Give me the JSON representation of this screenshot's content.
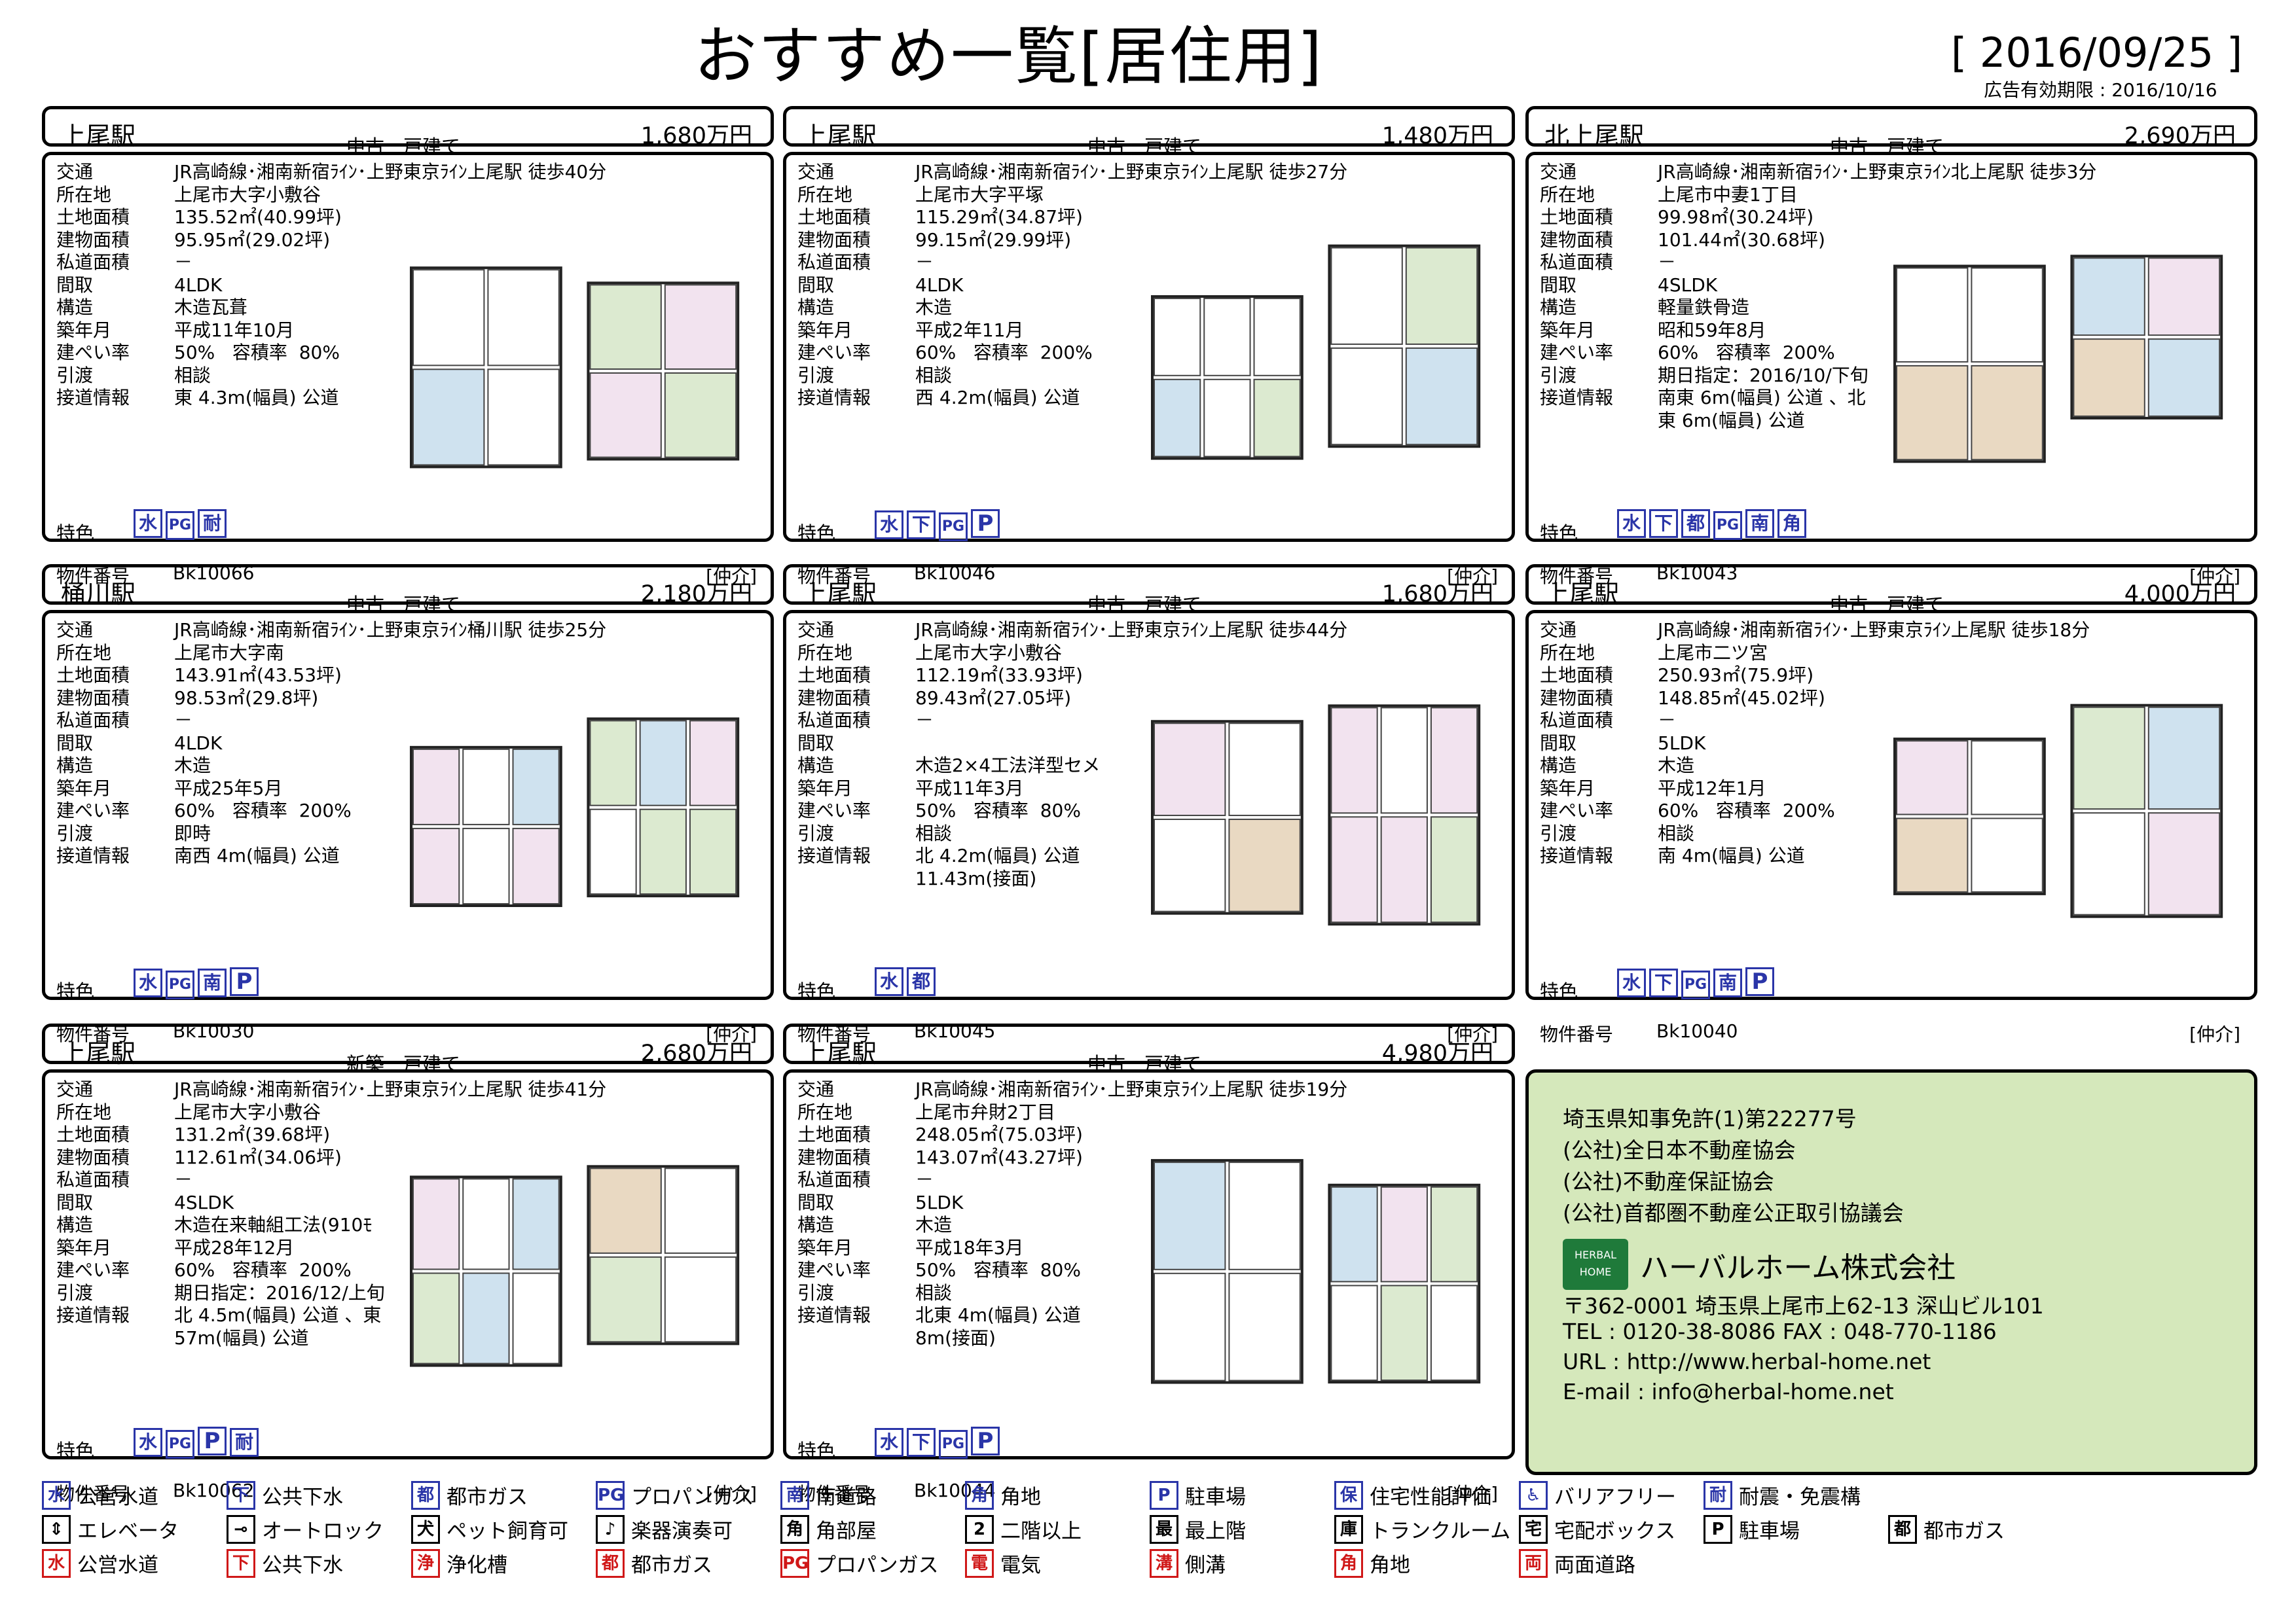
{
  "header": {
    "title": "おすすめ一覧[居住用]",
    "date": "[ 2016/09/25 ]",
    "valid_until": "広告有効期限 : 2016/10/16"
  },
  "labels": {
    "access": "交通",
    "address": "所在地",
    "land_area": "土地面積",
    "building_area": "建物面積",
    "private_road": "私道面積",
    "layout": "間取",
    "structure": "構造",
    "built": "築年月",
    "ratio": "建ぺい率",
    "delivery": "引渡",
    "road": "接道情報",
    "features": "特色",
    "property_no": "物件番号",
    "agent": "[仲介]"
  },
  "listings": [
    {
      "station": "上尾駅",
      "type": "中古一戸建て",
      "price": "1,680万円",
      "access": "JR高崎線･湘南新宿ﾗｲﾝ･上野東京ﾗｲﾝ上尾駅 徒歩40分",
      "address": "上尾市大字小敷谷",
      "land_area": "135.52㎡(40.99坪)",
      "building_area": "95.95㎡(29.02坪)",
      "private_road": "－",
      "layout": "4LDK",
      "structure": "木造瓦葺",
      "built": "平成11年10月",
      "ratio": "50%   容積率  80%",
      "delivery": "相談",
      "road": "東 4.3m(幅員) 公道",
      "road2": "",
      "features": [
        "水",
        "PG",
        "耐"
      ],
      "property_no": "Bk10066"
    },
    {
      "station": "上尾駅",
      "type": "中古一戸建て",
      "price": "1,480万円",
      "access": "JR高崎線･湘南新宿ﾗｲﾝ･上野東京ﾗｲﾝ上尾駅 徒歩27分",
      "address": "上尾市大字平塚",
      "land_area": "115.29㎡(34.87坪)",
      "building_area": "99.15㎡(29.99坪)",
      "private_road": "－",
      "layout": "4LDK",
      "structure": "木造",
      "built": "平成2年11月",
      "ratio": "60%   容積率  200%",
      "delivery": "相談",
      "road": "西 4.2m(幅員) 公道",
      "road2": "",
      "features": [
        "水",
        "下",
        "PG",
        "P"
      ],
      "property_no": "Bk10046"
    },
    {
      "station": "北上尾駅",
      "type": "中古一戸建て",
      "price": "2,690万円",
      "access": "JR高崎線･湘南新宿ﾗｲﾝ･上野東京ﾗｲﾝ北上尾駅 徒歩3分",
      "address": "上尾市中妻1丁目",
      "land_area": "99.98㎡(30.24坪)",
      "building_area": "101.44㎡(30.68坪)",
      "private_road": "－",
      "layout": "4SLDK",
      "structure": "軽量鉄骨造",
      "built": "昭和59年8月",
      "ratio": "60%   容積率  200%",
      "delivery": "期日指定：2016/10/下旬",
      "road": "南東 6m(幅員) 公道 、北",
      "road2": "東 6m(幅員) 公道",
      "features": [
        "水",
        "下",
        "都",
        "PG",
        "南",
        "角"
      ],
      "property_no": "Bk10043"
    },
    {
      "station": "桶川駅",
      "type": "中古一戸建て",
      "price": "2,180万円",
      "access": "JR高崎線･湘南新宿ﾗｲﾝ･上野東京ﾗｲﾝ桶川駅 徒歩25分",
      "address": "上尾市大字南",
      "land_area": "143.91㎡(43.53坪)",
      "building_area": "98.53㎡(29.8坪)",
      "private_road": "－",
      "layout": "4LDK",
      "structure": "木造",
      "built": "平成25年5月",
      "ratio": "60%   容積率  200%",
      "delivery": "即時",
      "road": "南西 4m(幅員) 公道",
      "road2": "",
      "features": [
        "水",
        "PG",
        "南",
        "P"
      ],
      "property_no": "Bk10030"
    },
    {
      "station": "上尾駅",
      "type": "中古一戸建て",
      "price": "1,680万円",
      "access": "JR高崎線･湘南新宿ﾗｲﾝ･上野東京ﾗｲﾝ上尾駅 徒歩44分",
      "address": "上尾市大字小敷谷",
      "land_area": "112.19㎡(33.93坪)",
      "building_area": "89.43㎡(27.05坪)",
      "private_road": "－",
      "layout": "",
      "structure": "木造2×4工法洋型セメ",
      "built": "平成11年3月",
      "ratio": "50%   容積率  80%",
      "delivery": "相談",
      "road": "北 4.2m(幅員) 公道",
      "road2": "11.43m(接面)",
      "features": [
        "水",
        "都"
      ],
      "property_no": "Bk10045"
    },
    {
      "station": "上尾駅",
      "type": "中古一戸建て",
      "price": "4,000万円",
      "access": "JR高崎線･湘南新宿ﾗｲﾝ･上野東京ﾗｲﾝ上尾駅 徒歩18分",
      "address": "上尾市二ツ宮",
      "land_area": "250.93㎡(75.9坪)",
      "building_area": "148.85㎡(45.02坪)",
      "private_road": "－",
      "layout": "5LDK",
      "structure": "木造",
      "built": "平成12年1月",
      "ratio": "60%   容積率  200%",
      "delivery": "相談",
      "road": "南 4m(幅員) 公道",
      "road2": "",
      "features": [
        "水",
        "下",
        "PG",
        "南",
        "P"
      ],
      "property_no": "Bk10040"
    },
    {
      "station": "上尾駅",
      "type": "新築一戸建て",
      "price": "2,680万円",
      "access": "JR高崎線･湘南新宿ﾗｲﾝ･上野東京ﾗｲﾝ上尾駅 徒歩41分",
      "address": "上尾市大字小敷谷",
      "land_area": "131.2㎡(39.68坪)",
      "building_area": "112.61㎡(34.06坪)",
      "private_road": "－",
      "layout": "4SLDK",
      "structure": "木造在来軸組工法(910ﾓ",
      "built": "平成28年12月",
      "ratio": "60%   容積率  200%",
      "delivery": "期日指定：2016/12/上旬",
      "road": "北 4.5m(幅員) 公道 、東",
      "road2": "57m(幅員) 公道",
      "features": [
        "水",
        "PG",
        "P",
        "耐"
      ],
      "property_no": "Bk10062"
    },
    {
      "station": "上尾駅",
      "type": "中古一戸建て",
      "price": "4,980万円",
      "access": "JR高崎線･湘南新宿ﾗｲﾝ･上野東京ﾗｲﾝ上尾駅 徒歩19分",
      "address": "上尾市弁財2丁目",
      "land_area": "248.05㎡(75.03坪)",
      "building_area": "143.07㎡(43.27坪)",
      "private_road": "－",
      "layout": "5LDK",
      "structure": "木造",
      "built": "平成18年3月",
      "ratio": "50%   容積率  80%",
      "delivery": "相談",
      "road": "北東 4m(幅員) 公道",
      "road2": "8m(接面)",
      "features": [
        "水",
        "下",
        "PG",
        "P"
      ],
      "property_no": "Bk10044"
    }
  ],
  "company": {
    "license": "埼玉県知事免許(1)第22277号",
    "assoc1": "(公社)全日本不動産協会",
    "assoc2": "(公社)不動産保証協会",
    "assoc3": "(公社)首都圏不動産公正取引協議会",
    "logo_top": "HERBAL",
    "logo_bottom": "HOME",
    "name": "ハーバルホーム株式会社",
    "address": "〒362-0001 埼玉県上尾市上62-13 深山ビル101",
    "tel": "TEL : 0120-38-8086     FAX : 048-770-1186",
    "url": "URL : http://www.herbal-home.net",
    "email": "E-mail : info@herbal-home.net"
  },
  "legend": [
    {
      "icon": "水",
      "label": "公営水道",
      "color": "blue"
    },
    {
      "icon": "下",
      "label": "公共下水",
      "color": "blue"
    },
    {
      "icon": "都",
      "label": "都市ガス",
      "color": "blue"
    },
    {
      "icon": "PG",
      "label": "プロパンガス",
      "color": "blue"
    },
    {
      "icon": "南",
      "label": "南道路",
      "color": "blue"
    },
    {
      "icon": "角",
      "label": "角地",
      "color": "blue"
    },
    {
      "icon": "P",
      "label": "駐車場",
      "color": "blue"
    },
    {
      "icon": "保",
      "label": "住宅性能評価",
      "color": "blue"
    },
    {
      "icon": "♿",
      "label": "バリアフリー",
      "color": "blue"
    },
    {
      "icon": "耐",
      "label": "耐震・免震構",
      "color": "blue"
    },
    {
      "icon": "⇕",
      "label": "エレベータ",
      "color": "black"
    },
    {
      "icon": "⊸",
      "label": "オートロック",
      "color": "black"
    },
    {
      "icon": "犬",
      "label": "ペット飼育可",
      "color": "black"
    },
    {
      "icon": "♪",
      "label": "楽器演奏可",
      "color": "black"
    },
    {
      "icon": "角",
      "label": "角部屋",
      "color": "black"
    },
    {
      "icon": "2",
      "label": "二階以上",
      "color": "black"
    },
    {
      "icon": "最",
      "label": "最上階",
      "color": "black"
    },
    {
      "icon": "庫",
      "label": "トランクルーム",
      "color": "black"
    },
    {
      "icon": "宅",
      "label": "宅配ボックス",
      "color": "black"
    },
    {
      "icon": "P",
      "label": "駐車場",
      "color": "black"
    },
    {
      "icon": "都",
      "label": "都市ガス",
      "color": "black"
    },
    {
      "icon": "水",
      "label": "公営水道",
      "color": "red"
    },
    {
      "icon": "下",
      "label": "公共下水",
      "color": "red"
    },
    {
      "icon": "浄",
      "label": "浄化槽",
      "color": "red"
    },
    {
      "icon": "都",
      "label": "都市ガス",
      "color": "red"
    },
    {
      "icon": "PG",
      "label": "プロパンガス",
      "color": "red"
    },
    {
      "icon": "電",
      "label": "電気",
      "color": "red"
    },
    {
      "icon": "溝",
      "label": "側溝",
      "color": "red"
    },
    {
      "icon": "角",
      "label": "角地",
      "color": "red"
    },
    {
      "icon": "両",
      "label": "両面道路",
      "color": "red"
    }
  ],
  "colors": {
    "feature_blue": "#2a35a8",
    "legend_red": "#d01818",
    "company_bg": "#d5e8bb",
    "logo_green": "#1f7a3a"
  }
}
